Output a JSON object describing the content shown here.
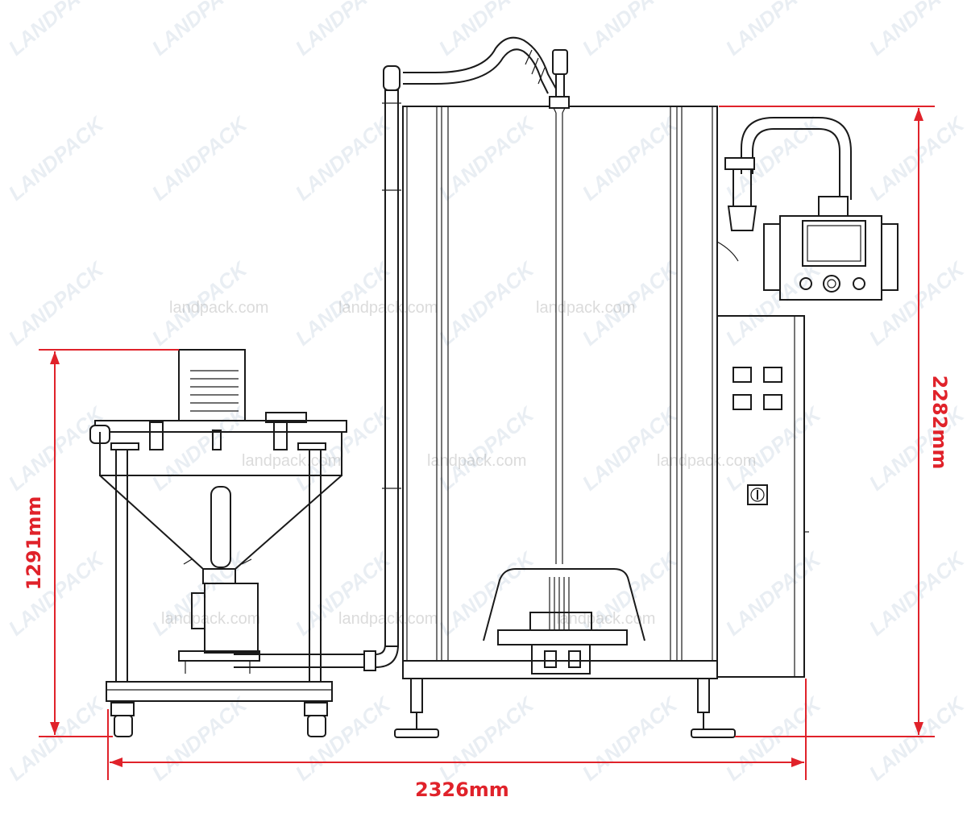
{
  "dimensions": {
    "total_width": "2326mm",
    "total_height": "2282mm",
    "feeder_height": "1291mm"
  },
  "watermark": {
    "brand": "LANDPACK",
    "site": "landpack.com"
  },
  "colors": {
    "dimension": "#e0222a",
    "line": "#1a1a1a",
    "watermark": "#9fb4cc"
  }
}
